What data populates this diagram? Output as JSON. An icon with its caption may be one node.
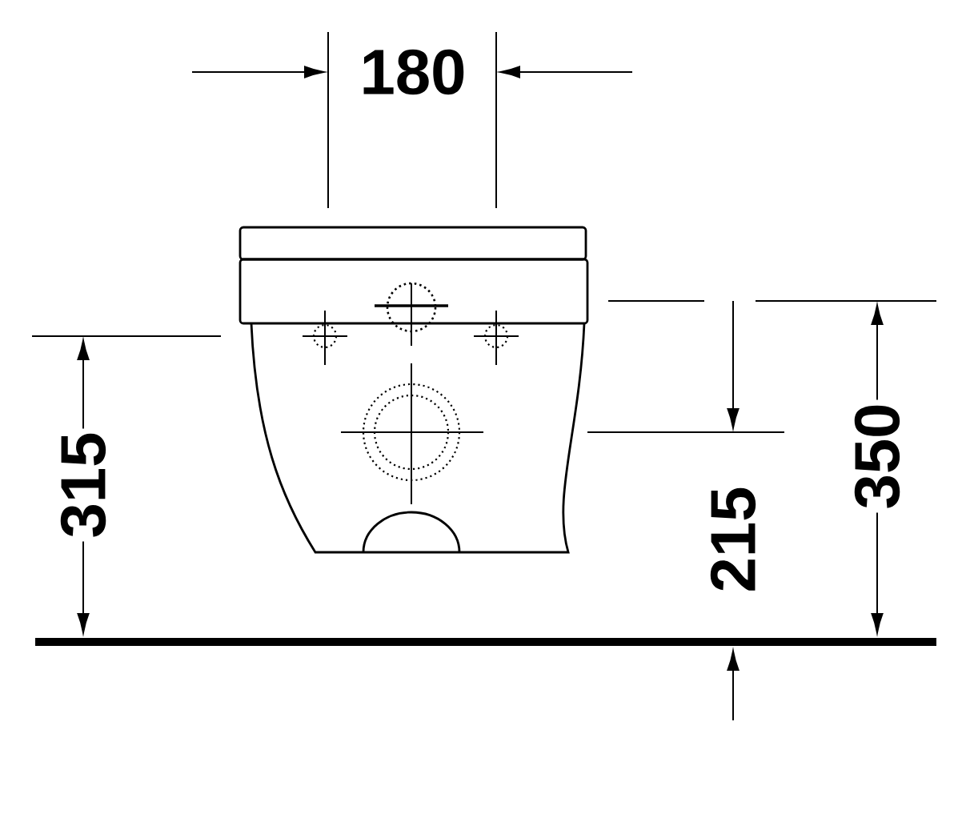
{
  "diagram": {
    "labels": [
      "180",
      "315",
      "215",
      "350"
    ]
  }
}
